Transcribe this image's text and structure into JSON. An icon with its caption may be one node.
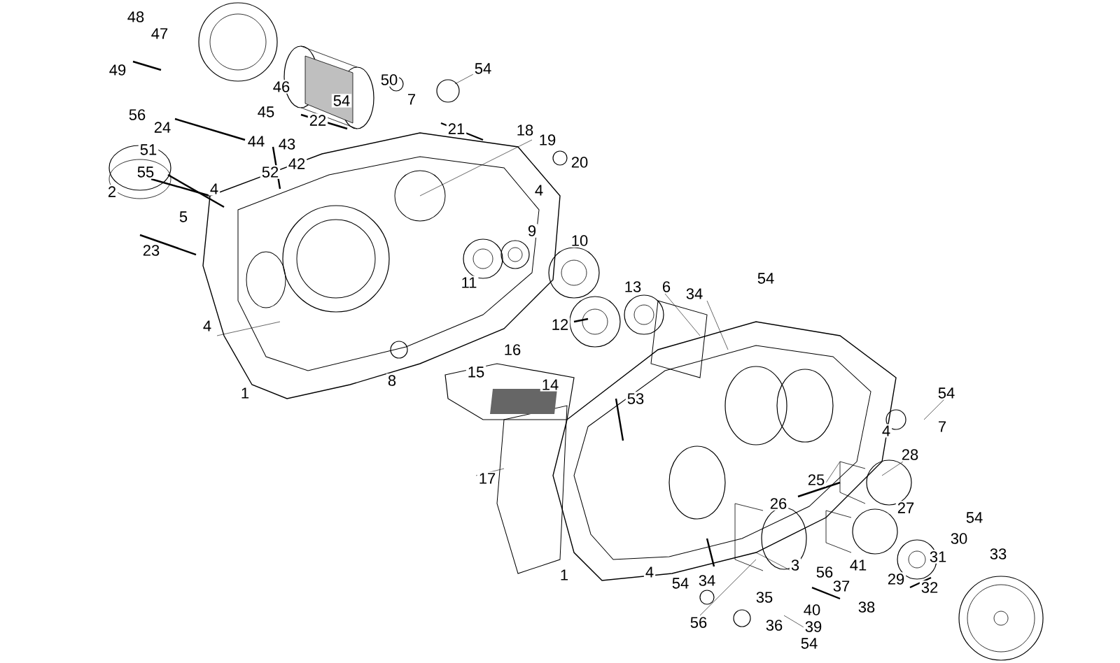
{
  "diagram": {
    "labels": [
      "48",
      "47",
      "49",
      "46",
      "50",
      "54",
      "7",
      "54",
      "56",
      "45",
      "22",
      "21",
      "24",
      "18",
      "19",
      "44",
      "43",
      "51",
      "42",
      "20",
      "55",
      "52",
      "2",
      "4",
      "4",
      "5",
      "9",
      "10",
      "23",
      "11",
      "4",
      "6",
      "13",
      "34",
      "54",
      "12",
      "16",
      "15",
      "14",
      "8",
      "1",
      "53",
      "54",
      "7",
      "4",
      "28",
      "17",
      "25",
      "26",
      "27",
      "54",
      "30",
      "33",
      "31",
      "41",
      "3",
      "29",
      "56",
      "32",
      "1",
      "4",
      "54",
      "34",
      "37",
      "35",
      "38",
      "40",
      "56",
      "36",
      "39",
      "54"
    ]
  }
}
